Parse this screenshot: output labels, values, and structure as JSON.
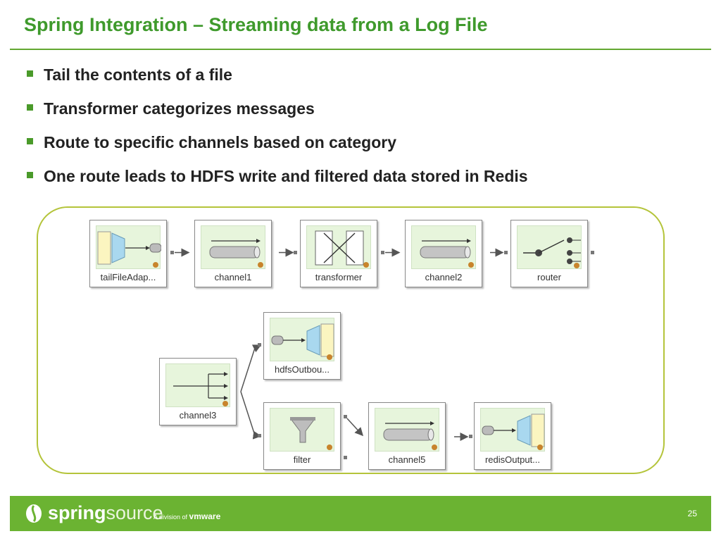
{
  "slide": {
    "title": "Spring Integration – Streaming data from a Log File",
    "bullets": [
      "Tail the contents of a file",
      "Transformer categorizes messages",
      "Route to specific channels based on category",
      "One route leads to HDFS write and filtered data stored in Redis"
    ]
  },
  "diagram": {
    "nodes": [
      {
        "id": "tailFileAdapter",
        "label": "tailFileAdap...",
        "icon": "inbound-file-adapter-icon"
      },
      {
        "id": "channel1",
        "label": "channel1",
        "icon": "channel-pipe-icon"
      },
      {
        "id": "transformer",
        "label": "transformer",
        "icon": "transformer-icon"
      },
      {
        "id": "channel2",
        "label": "channel2",
        "icon": "channel-pipe-icon"
      },
      {
        "id": "router",
        "label": "router",
        "icon": "router-icon"
      },
      {
        "id": "hdfsOutbound",
        "label": "hdfsOutbou...",
        "icon": "outbound-adapter-icon"
      },
      {
        "id": "channel3",
        "label": "channel3",
        "icon": "publish-subscribe-channel-icon"
      },
      {
        "id": "filter",
        "label": "filter",
        "icon": "filter-funnel-icon"
      },
      {
        "id": "channel5",
        "label": "channel5",
        "icon": "channel-pipe-icon"
      },
      {
        "id": "redisOutput",
        "label": "redisOutput...",
        "icon": "outbound-adapter-icon"
      }
    ],
    "edges": [
      {
        "from": "tailFileAdapter",
        "to": "channel1"
      },
      {
        "from": "channel1",
        "to": "transformer"
      },
      {
        "from": "transformer",
        "to": "channel2"
      },
      {
        "from": "channel2",
        "to": "router"
      },
      {
        "from": "channel3",
        "to": "hdfsOutbound"
      },
      {
        "from": "channel3",
        "to": "filter"
      },
      {
        "from": "filter",
        "to": "channel5"
      },
      {
        "from": "channel5",
        "to": "redisOutput"
      }
    ],
    "colors": {
      "panel_border": "#b4c43a",
      "node_fill": "#e7f5dc",
      "adapter_yellow": "#fbf5c0",
      "adapter_blue": "#a9d8ef"
    }
  },
  "footer": {
    "brand_bold": "spring",
    "brand_light": "source",
    "division_text": "A division of",
    "division_brand": "vmware",
    "page_number": "25",
    "color": "#6bb332"
  }
}
